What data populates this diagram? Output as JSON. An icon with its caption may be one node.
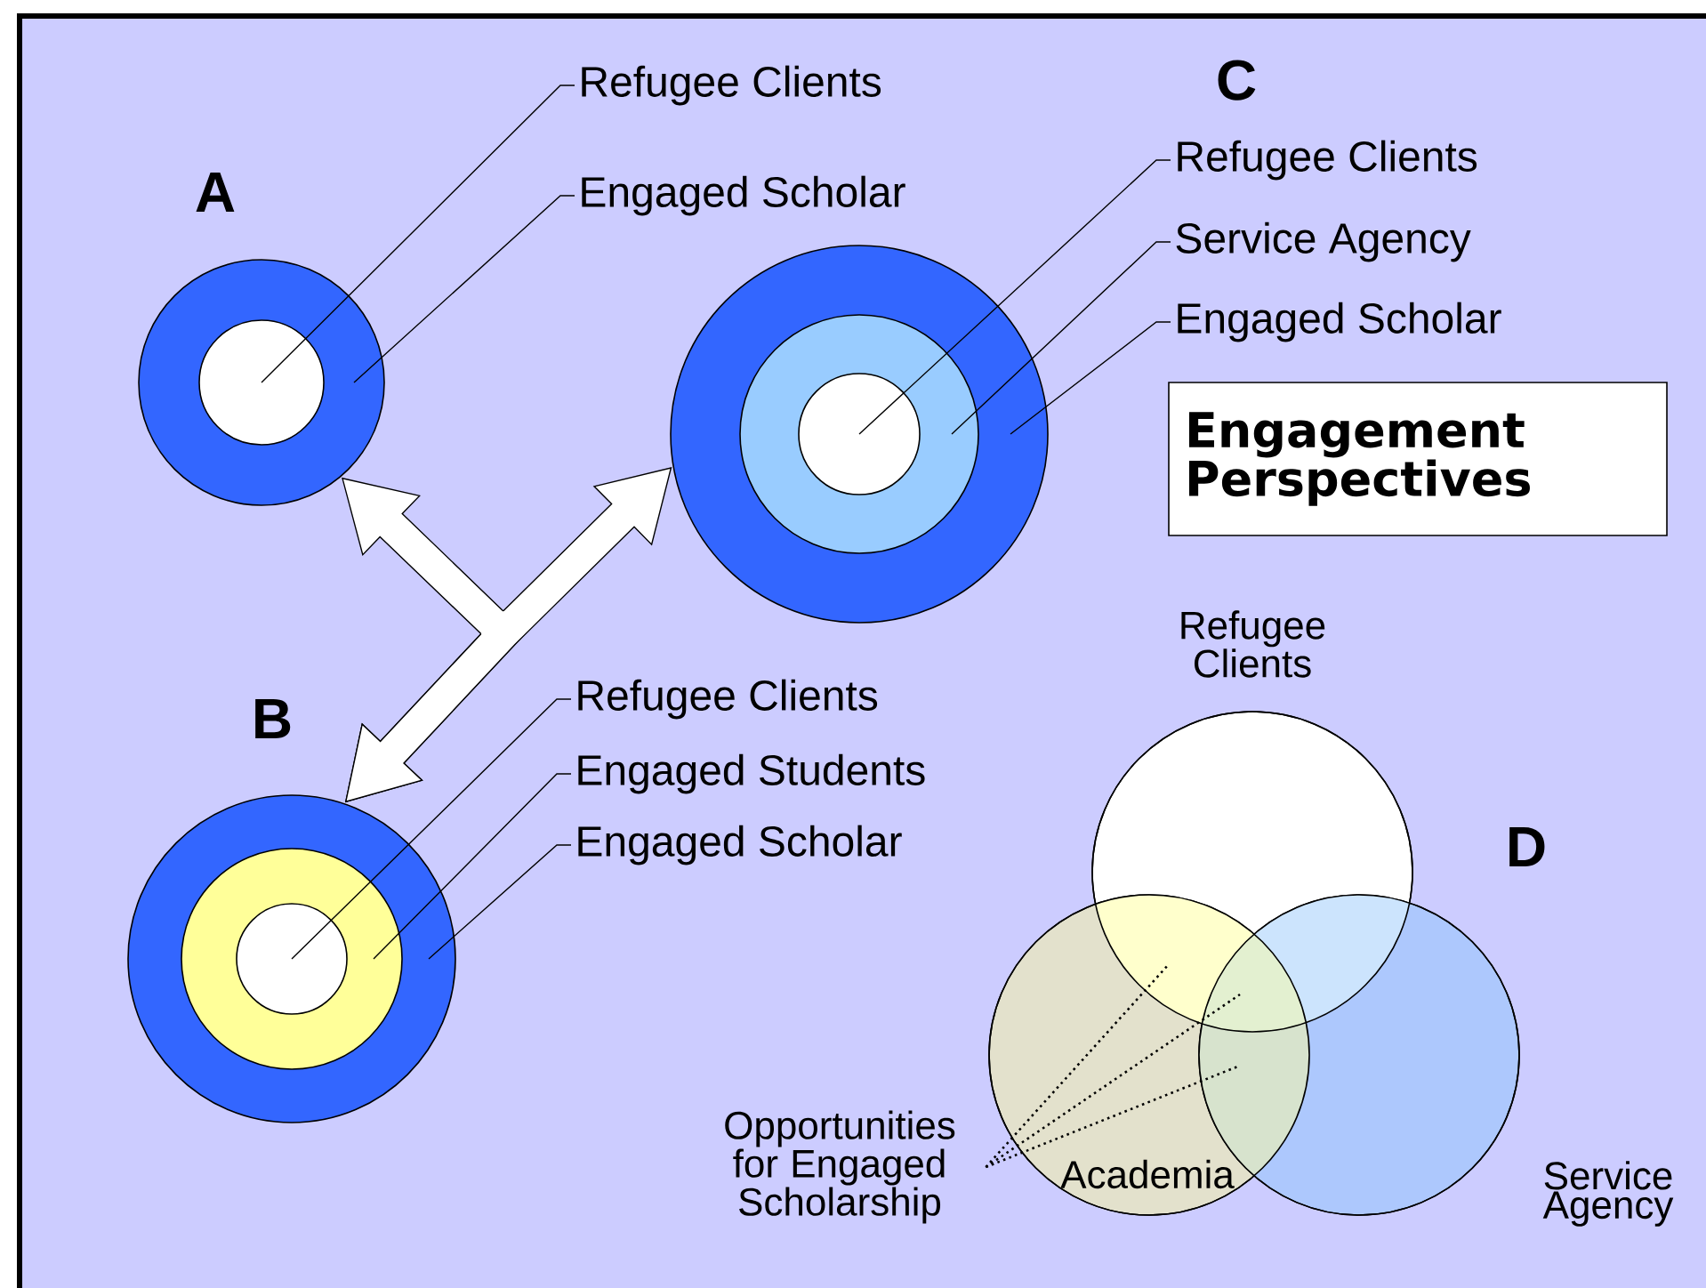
{
  "diagram": {
    "nodes": [
      {
        "text": [
          "Refugee Clients"
        ]
      },
      {
        "text": [
          "Engaged Scholar"
        ]
      },
      {
        "text": [],
        "shape": "circle"
      },
      {
        "text": [],
        "shape": "circle",
        "in": 2
      },
      {
        "text": [
          "Refugee Clients"
        ]
      },
      {
        "text": [
          "Service Agency"
        ]
      },
      {
        "text": [
          "Engaged Scholar"
        ]
      },
      {
        "text": [],
        "shape": "circle"
      },
      {
        "text": [],
        "shape": "circle",
        "in": 7
      },
      {
        "text": [],
        "shape": "circle",
        "in": 8
      },
      {
        "text": [
          "Engagement Perspectives"
        ]
      },
      {
        "text": [
          "Refugee Clients"
        ]
      },
      {
        "text": [
          "Engaged Students"
        ]
      },
      {
        "text": [
          "Engaged Scholar"
        ]
      },
      {
        "text": [],
        "shape": "circle"
      },
      {
        "text": [],
        "shape": "circle",
        "in": 14
      },
      {
        "text": [],
        "shape": "circle",
        "in": 15
      },
      {
        "text": [
          "Refugee Clients"
        ]
      },
      {
        "text": [
          "Academia"
        ]
      },
      {
        "text": [
          "Service Agency"
        ]
      },
      {
        "text": [
          "Opportunities for Engaged Scholarship"
        ]
      }
    ],
    "edges": [
      {
        "from": 0,
        "to": 3,
        "arrow": "none"
      },
      {
        "from": 1,
        "to": 2,
        "arrow": "none"
      },
      {
        "from": 4,
        "to": 9,
        "arrow": "none"
      },
      {
        "from": 5,
        "to": 8,
        "arrow": "none"
      },
      {
        "from": 6,
        "to": 7,
        "arrow": "none"
      },
      {
        "from": 2,
        "to": 14,
        "arrow": "both"
      },
      {
        "from": 7,
        "to": 14,
        "arrow": "both"
      },
      {
        "from": 11,
        "to": 16,
        "arrow": "none"
      },
      {
        "from": 12,
        "to": 15,
        "arrow": "none"
      },
      {
        "from": 13,
        "to": 14,
        "arrow": "none"
      },
      {
        "from": 20,
        "to": 17,
        "arrow": "none",
        "style": "dashed"
      },
      {
        "from": 20,
        "to": 19,
        "arrow": "none",
        "style": "dashed"
      },
      {
        "from": 20,
        "to": 19,
        "arrow": "none",
        "style": "dashed"
      }
    ],
    "labels": [
      "A",
      "C",
      "B",
      "D"
    ]
  }
}
